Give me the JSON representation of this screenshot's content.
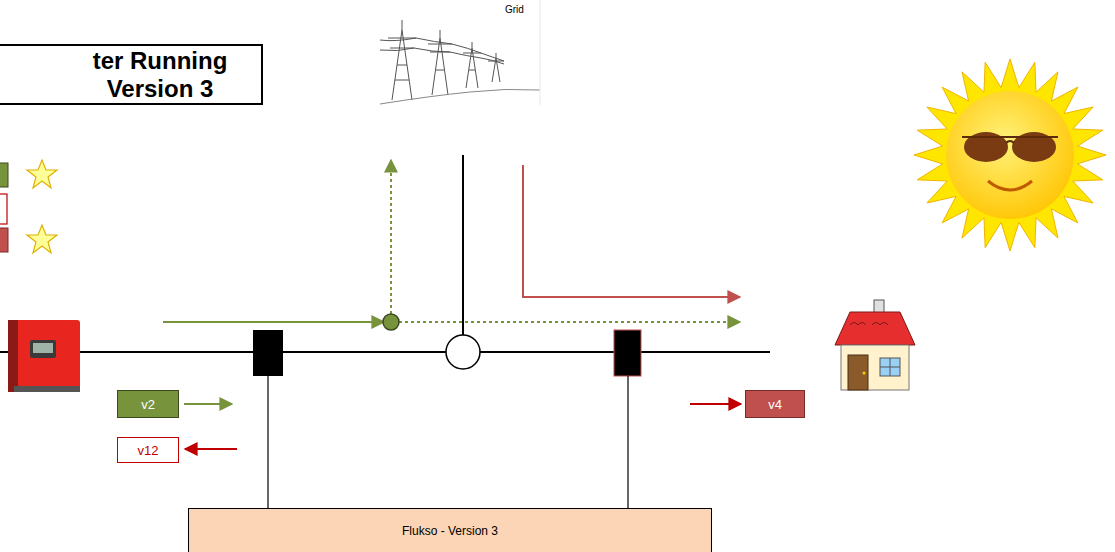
{
  "diagram": {
    "title": "ter Running Version 3",
    "nodes": [
      {
        "text": [
          "v2"
        ]
      },
      {
        "text": [
          "v12"
        ]
      },
      {
        "text": [
          "v4"
        ]
      },
      {
        "text": [
          "Flukso - Version 3"
        ]
      }
    ],
    "labels": [
      "Grid"
    ]
  }
}
